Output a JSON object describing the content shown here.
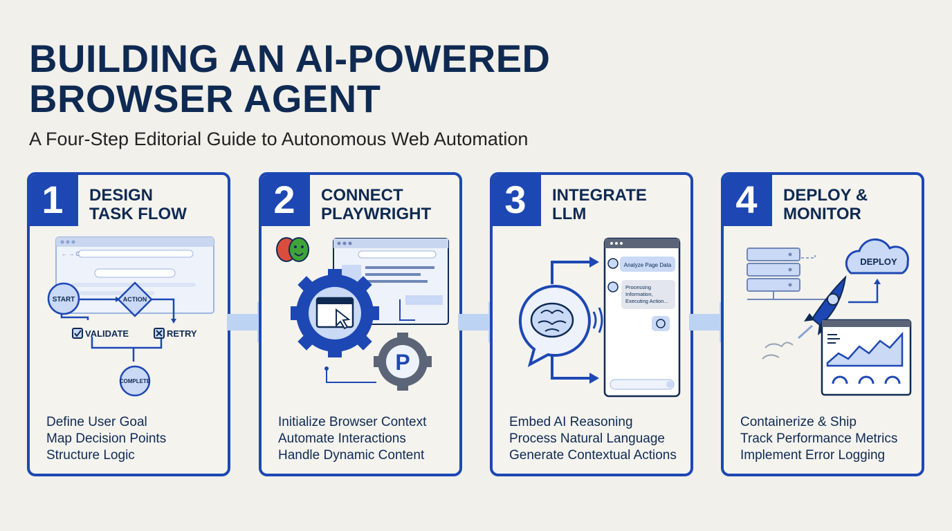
{
  "header": {
    "title_line1": "BUILDING AN AI-POWERED",
    "title_line2": "BROWSER AGENT",
    "subtitle": "A Four-Step Editorial Guide to Autonomous Web Automation"
  },
  "steps": [
    {
      "number": "1",
      "title": [
        "DESIGN",
        "TASK FLOW"
      ],
      "lines": [
        "Define User Goal",
        "Map Decision Points",
        "Structure Logic"
      ],
      "diagram": {
        "start": "START",
        "action": "ACTION",
        "validate": "VALIDATE",
        "retry": "RETRY",
        "complete": "COMPLETE"
      }
    },
    {
      "number": "2",
      "title": [
        "CONNECT",
        "PLAYWRIGHT"
      ],
      "lines": [
        "Initialize Browser Context",
        "Automate Interactions",
        "Handle Dynamic Content"
      ]
    },
    {
      "number": "3",
      "title": [
        "INTEGRATE",
        "LLM"
      ],
      "lines": [
        "Embed AI Reasoning",
        "Process Natural Language",
        "Generate Contextual Actions"
      ],
      "chat": {
        "msg1": "Analyze Page Data",
        "msg2": [
          "Processing",
          "Information,",
          "Executing Action..."
        ]
      }
    },
    {
      "number": "4",
      "title": [
        "DEPLOY &",
        "MONITOR"
      ],
      "lines": [
        "Containerize & Ship",
        "Track Performance Metrics",
        "Implement Error Logging"
      ],
      "cloud_label": "DEPLOY"
    }
  ],
  "colors": {
    "primary": "#1d47b3",
    "navy": "#0f2a52",
    "light_blue": "#c9d9f6",
    "arrow": "#bcd3f3",
    "background": "#f1f0ea"
  }
}
